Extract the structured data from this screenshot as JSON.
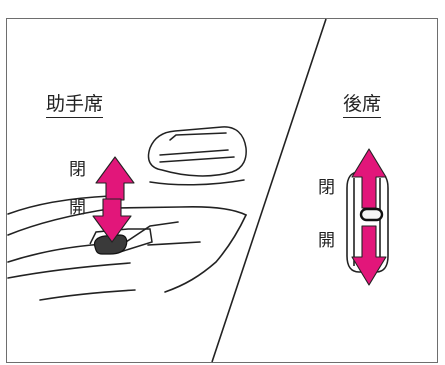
{
  "front_passenger": {
    "title": "助手席",
    "close_label": "閉",
    "open_label": "開"
  },
  "rear": {
    "title": "後席",
    "close_label": "閉",
    "open_label": "開"
  },
  "colors": {
    "arrow": "#e2167a",
    "line": "#222222",
    "frame": "#6e6e6e"
  }
}
